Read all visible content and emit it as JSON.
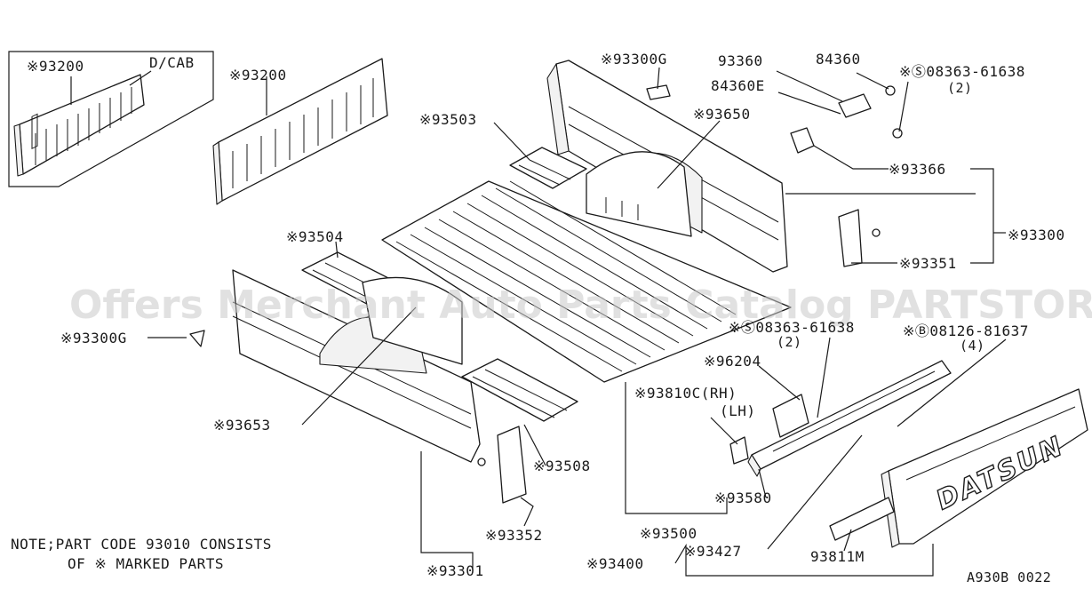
{
  "watermark": "Offers Merchant Auto Parts Catalog PARTSTORE.SA",
  "note_line1": "NOTE;PART CODE 93010 CONSISTS",
  "note_line2": "OF ※ MARKED PARTS",
  "diagram_code": "A930B 0022",
  "tailgate_logo": "DATSUN",
  "callouts": {
    "p93200_dcab": "※93200",
    "dcab_tag": "D/CAB",
    "p93200": "※93200",
    "p93300g_top": "※93300G",
    "p93360": "93360",
    "p84360": "84360",
    "p08363_top": "※Ⓢ08363-61638",
    "p08363_top_qty": "(2)",
    "p84360e": "84360E",
    "p93503": "※93503",
    "p93650": "※93650",
    "p93366": "※93366",
    "p93300": "※93300",
    "p93504": "※93504",
    "p93351": "※93351",
    "p93300g_left": "※93300G",
    "p08363_mid": "※Ⓢ08363-61638",
    "p08363_mid_qty": "(2)",
    "p08126": "※Ⓑ08126-81637",
    "p08126_qty": "(4)",
    "p96204": "※96204",
    "p93810c_rh": "※93810C(RH)",
    "p93810c_lh": "(LH)",
    "p93653": "※93653",
    "p93508": "※93508",
    "p93580": "※93580",
    "p93352": "※93352",
    "p93500": "※93500",
    "p93427": "※93427",
    "p93811m": "93811M",
    "p93400": "※93400",
    "p93301": "※93301"
  }
}
